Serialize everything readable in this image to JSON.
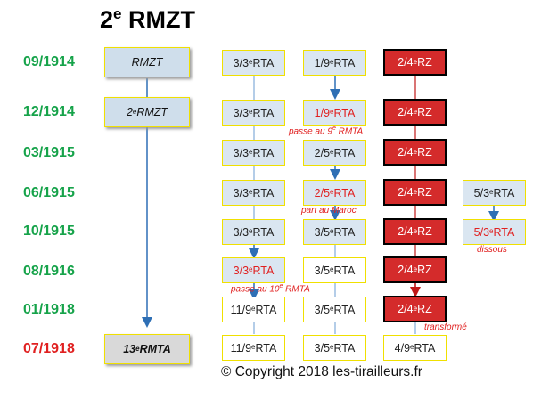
{
  "title": {
    "main": "2",
    "sup": "e",
    "rest": " RMZT"
  },
  "dates": [
    {
      "label": "09/1914",
      "color": "#16a34a"
    },
    {
      "label": "12/1914",
      "color": "#16a34a"
    },
    {
      "label": "03/1915",
      "color": "#16a34a"
    },
    {
      "label": "06/1915",
      "color": "#16a34a"
    },
    {
      "label": "10/1915",
      "color": "#16a34a"
    },
    {
      "label": "08/1916",
      "color": "#16a34a"
    },
    {
      "label": "01/1918",
      "color": "#16a34a"
    },
    {
      "label": "07/1918",
      "color": "#e02020"
    }
  ],
  "main_column": [
    {
      "pre": "RMZT",
      "sup": "",
      "post": ""
    },
    {
      "pre": "2",
      "sup": "e",
      "post": " RMZT"
    },
    {
      "pre": "13",
      "sup": "e",
      "post": " RMTA"
    }
  ],
  "col_a": [
    {
      "pre": "3/3",
      "sup": "e",
      "post": " RTA"
    },
    {
      "pre": "3/3",
      "sup": "e",
      "post": " RTA"
    },
    {
      "pre": "3/3",
      "sup": "e",
      "post": " RTA"
    },
    {
      "pre": "3/3",
      "sup": "e",
      "post": " RTA"
    },
    {
      "pre": "3/3",
      "sup": "e",
      "post": " RTA"
    },
    {
      "pre": "3/3",
      "sup": "e",
      "post": " RTA"
    },
    {
      "pre": "11/9",
      "sup": "e",
      "post": " RTA"
    },
    {
      "pre": "11/9",
      "sup": "e",
      "post": " RTA"
    }
  ],
  "col_b": [
    {
      "pre": "1/9",
      "sup": "e",
      "post": " RTA"
    },
    {
      "pre": "1/9",
      "sup": "e",
      "post": " RTA"
    },
    {
      "pre": "2/5",
      "sup": "e",
      "post": " RTA"
    },
    {
      "pre": "2/5",
      "sup": "e",
      "post": " RTA"
    },
    {
      "pre": "3/5",
      "sup": "e",
      "post": " RTA"
    },
    {
      "pre": "3/5",
      "sup": "e",
      "post": " RTA"
    },
    {
      "pre": "3/5",
      "sup": "e",
      "post": " RTA"
    },
    {
      "pre": "3/5",
      "sup": "e",
      "post": " RTA"
    }
  ],
  "col_c": [
    {
      "pre": "2/4",
      "sup": "e",
      "post": " RZ"
    },
    {
      "pre": "2/4",
      "sup": "e",
      "post": " RZ"
    },
    {
      "pre": "2/4",
      "sup": "e",
      "post": " RZ"
    },
    {
      "pre": "2/4",
      "sup": "e",
      "post": " RZ"
    },
    {
      "pre": "2/4",
      "sup": "e",
      "post": " RZ"
    },
    {
      "pre": "2/4",
      "sup": "e",
      "post": " RZ"
    },
    {
      "pre": "2/4",
      "sup": "e",
      "post": " RZ"
    },
    {
      "pre": "4/9",
      "sup": "e",
      "post": " RTA"
    }
  ],
  "col_d": [
    {
      "pre": "5/3",
      "sup": "e",
      "post": " RTA"
    },
    {
      "pre": "5/3",
      "sup": "e",
      "post": " RTA"
    }
  ],
  "notes": {
    "n1": {
      "pre": "passe au 9",
      "sup": "e",
      "post": " RMTA"
    },
    "n2": {
      "pre": "part au Maroc",
      "sup": "",
      "post": ""
    },
    "n3": {
      "pre": "dissous",
      "sup": "",
      "post": ""
    },
    "n4": {
      "pre": "passe au 10",
      "sup": "e",
      "post": " RMTA"
    },
    "n5": {
      "pre": "transformé",
      "sup": "",
      "post": ""
    }
  },
  "copyright": "© Copyright 2018 les-tirailleurs.fr",
  "colors": {
    "green": "#16a34a",
    "red": "#e02020",
    "box_blue": "#dae6f1",
    "box_red": "#d42b2b",
    "border_yellow": "#f0e000",
    "arrow_blue": "#2e6fb5"
  }
}
